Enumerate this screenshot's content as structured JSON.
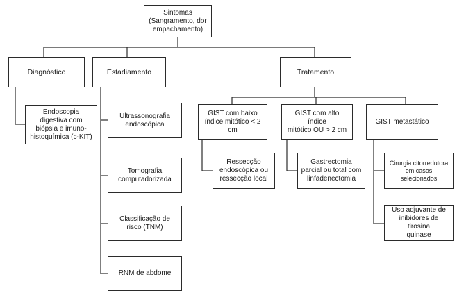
{
  "root": {
    "lines": [
      "Sintomas",
      "(Sangramento, dor",
      "empachamento)"
    ]
  },
  "branches": {
    "diagnostico": {
      "label": "Diagnóstico",
      "children": [
        {
          "lines": [
            "Endoscopia",
            "digestiva com",
            "biópsia e imuno-",
            "histoquímica (c-KIT)"
          ]
        }
      ]
    },
    "estadiamento": {
      "label": "Estadiamento",
      "children": [
        {
          "lines": [
            "Ultrassonografia",
            "endoscópica"
          ]
        },
        {
          "lines": [
            "Tomografia",
            "computadorizada"
          ]
        },
        {
          "lines": [
            "Classificação de",
            "risco (TNM)"
          ]
        },
        {
          "lines": [
            "RNM de abdome"
          ]
        }
      ]
    },
    "tratamento": {
      "label": "Tratamento",
      "children": [
        {
          "lines": [
            "GIST com baixo",
            "índice mitótico < 2",
            "cm"
          ],
          "children": [
            {
              "lines": [
                "Ressecção",
                "endoscópica ou",
                "ressecção local"
              ]
            }
          ]
        },
        {
          "lines": [
            "GIST com alto índice",
            "mitótico OU > 2 cm"
          ],
          "children": [
            {
              "lines": [
                "Gastrectomia",
                "parcial ou total com",
                "linfadenectomia"
              ]
            }
          ]
        },
        {
          "lines": [
            "GIST metastático"
          ],
          "children": [
            {
              "lines": [
                "Cirurgia citorredutora",
                "em casos",
                "selecionados"
              ]
            },
            {
              "lines": [
                "Uso adjuvante de",
                "inibidores de tirosina",
                "quinase"
              ]
            }
          ]
        }
      ]
    }
  },
  "colors": {
    "line": "#2b2b2b",
    "box_border": "#2b2b2b",
    "text": "#1a1a1a",
    "background": "#ffffff"
  }
}
